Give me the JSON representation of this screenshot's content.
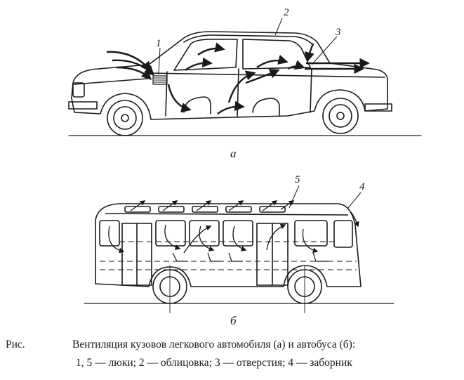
{
  "figure": {
    "labels": {
      "car_vent": "1",
      "car_lining": "2",
      "car_holes": "3",
      "bus_intake": "4",
      "bus_hatch": "5"
    },
    "sublabels": {
      "car": "а",
      "bus": "б"
    }
  },
  "caption": {
    "prefix": "Рис.",
    "title": "Вентиляция кузовов легкового автомобиля (а) и автобуса (б):",
    "legend": "1, 5 — люки; 2 — облицовка; 3 — отверстия; 4 — заборник"
  }
}
